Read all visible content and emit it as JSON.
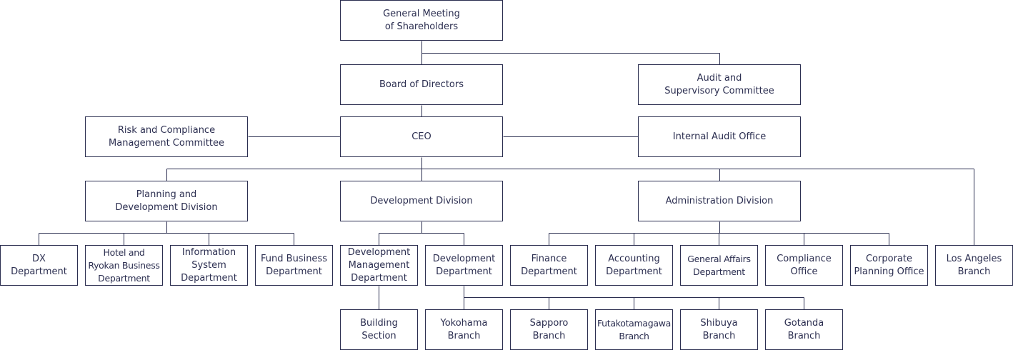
{
  "colors": {
    "line": "#2b2e50",
    "text": "#2b2e50",
    "box_border": "#2b2e50",
    "background": "#ffffff"
  },
  "nodes": {
    "shareholders": "General Meeting\nof Shareholders",
    "board": "Board of Directors",
    "audit_committee": "Audit and\nSupervisory Committee",
    "risk": "Risk and Compliance\nManagement Committee",
    "ceo": "CEO",
    "internal_audit": "Internal Audit Office",
    "planning_div": "Planning and\nDevelopment Division",
    "development_div": "Development Division",
    "admin_div": "Administration Division",
    "dx": "DX\nDepartment",
    "hotel": "Hotel and\nRyokan Business\nDepartment",
    "info_sys": "Information\nSystem\nDepartment",
    "fund": "Fund Business\nDepartment",
    "dev_mgmt": "Development\nManagement\nDepartment",
    "dev_dept": "Development\nDepartment",
    "finance": "Finance\nDepartment",
    "accounting": "Accounting\nDepartment",
    "general_affairs": "General Affairs\nDepartment",
    "compliance": "Compliance\nOffice",
    "corp_planning": "Corporate\nPlanning Office",
    "la_branch": "Los Angeles\nBranch",
    "building": "Building\nSection",
    "yokohama": "Yokohama\nBranch",
    "sapporo": "Sapporo\nBranch",
    "futako": "Futakotamagawa\nBranch",
    "shibuya": "Shibuya\nBranch",
    "gotanda": "Gotanda\nBranch"
  }
}
